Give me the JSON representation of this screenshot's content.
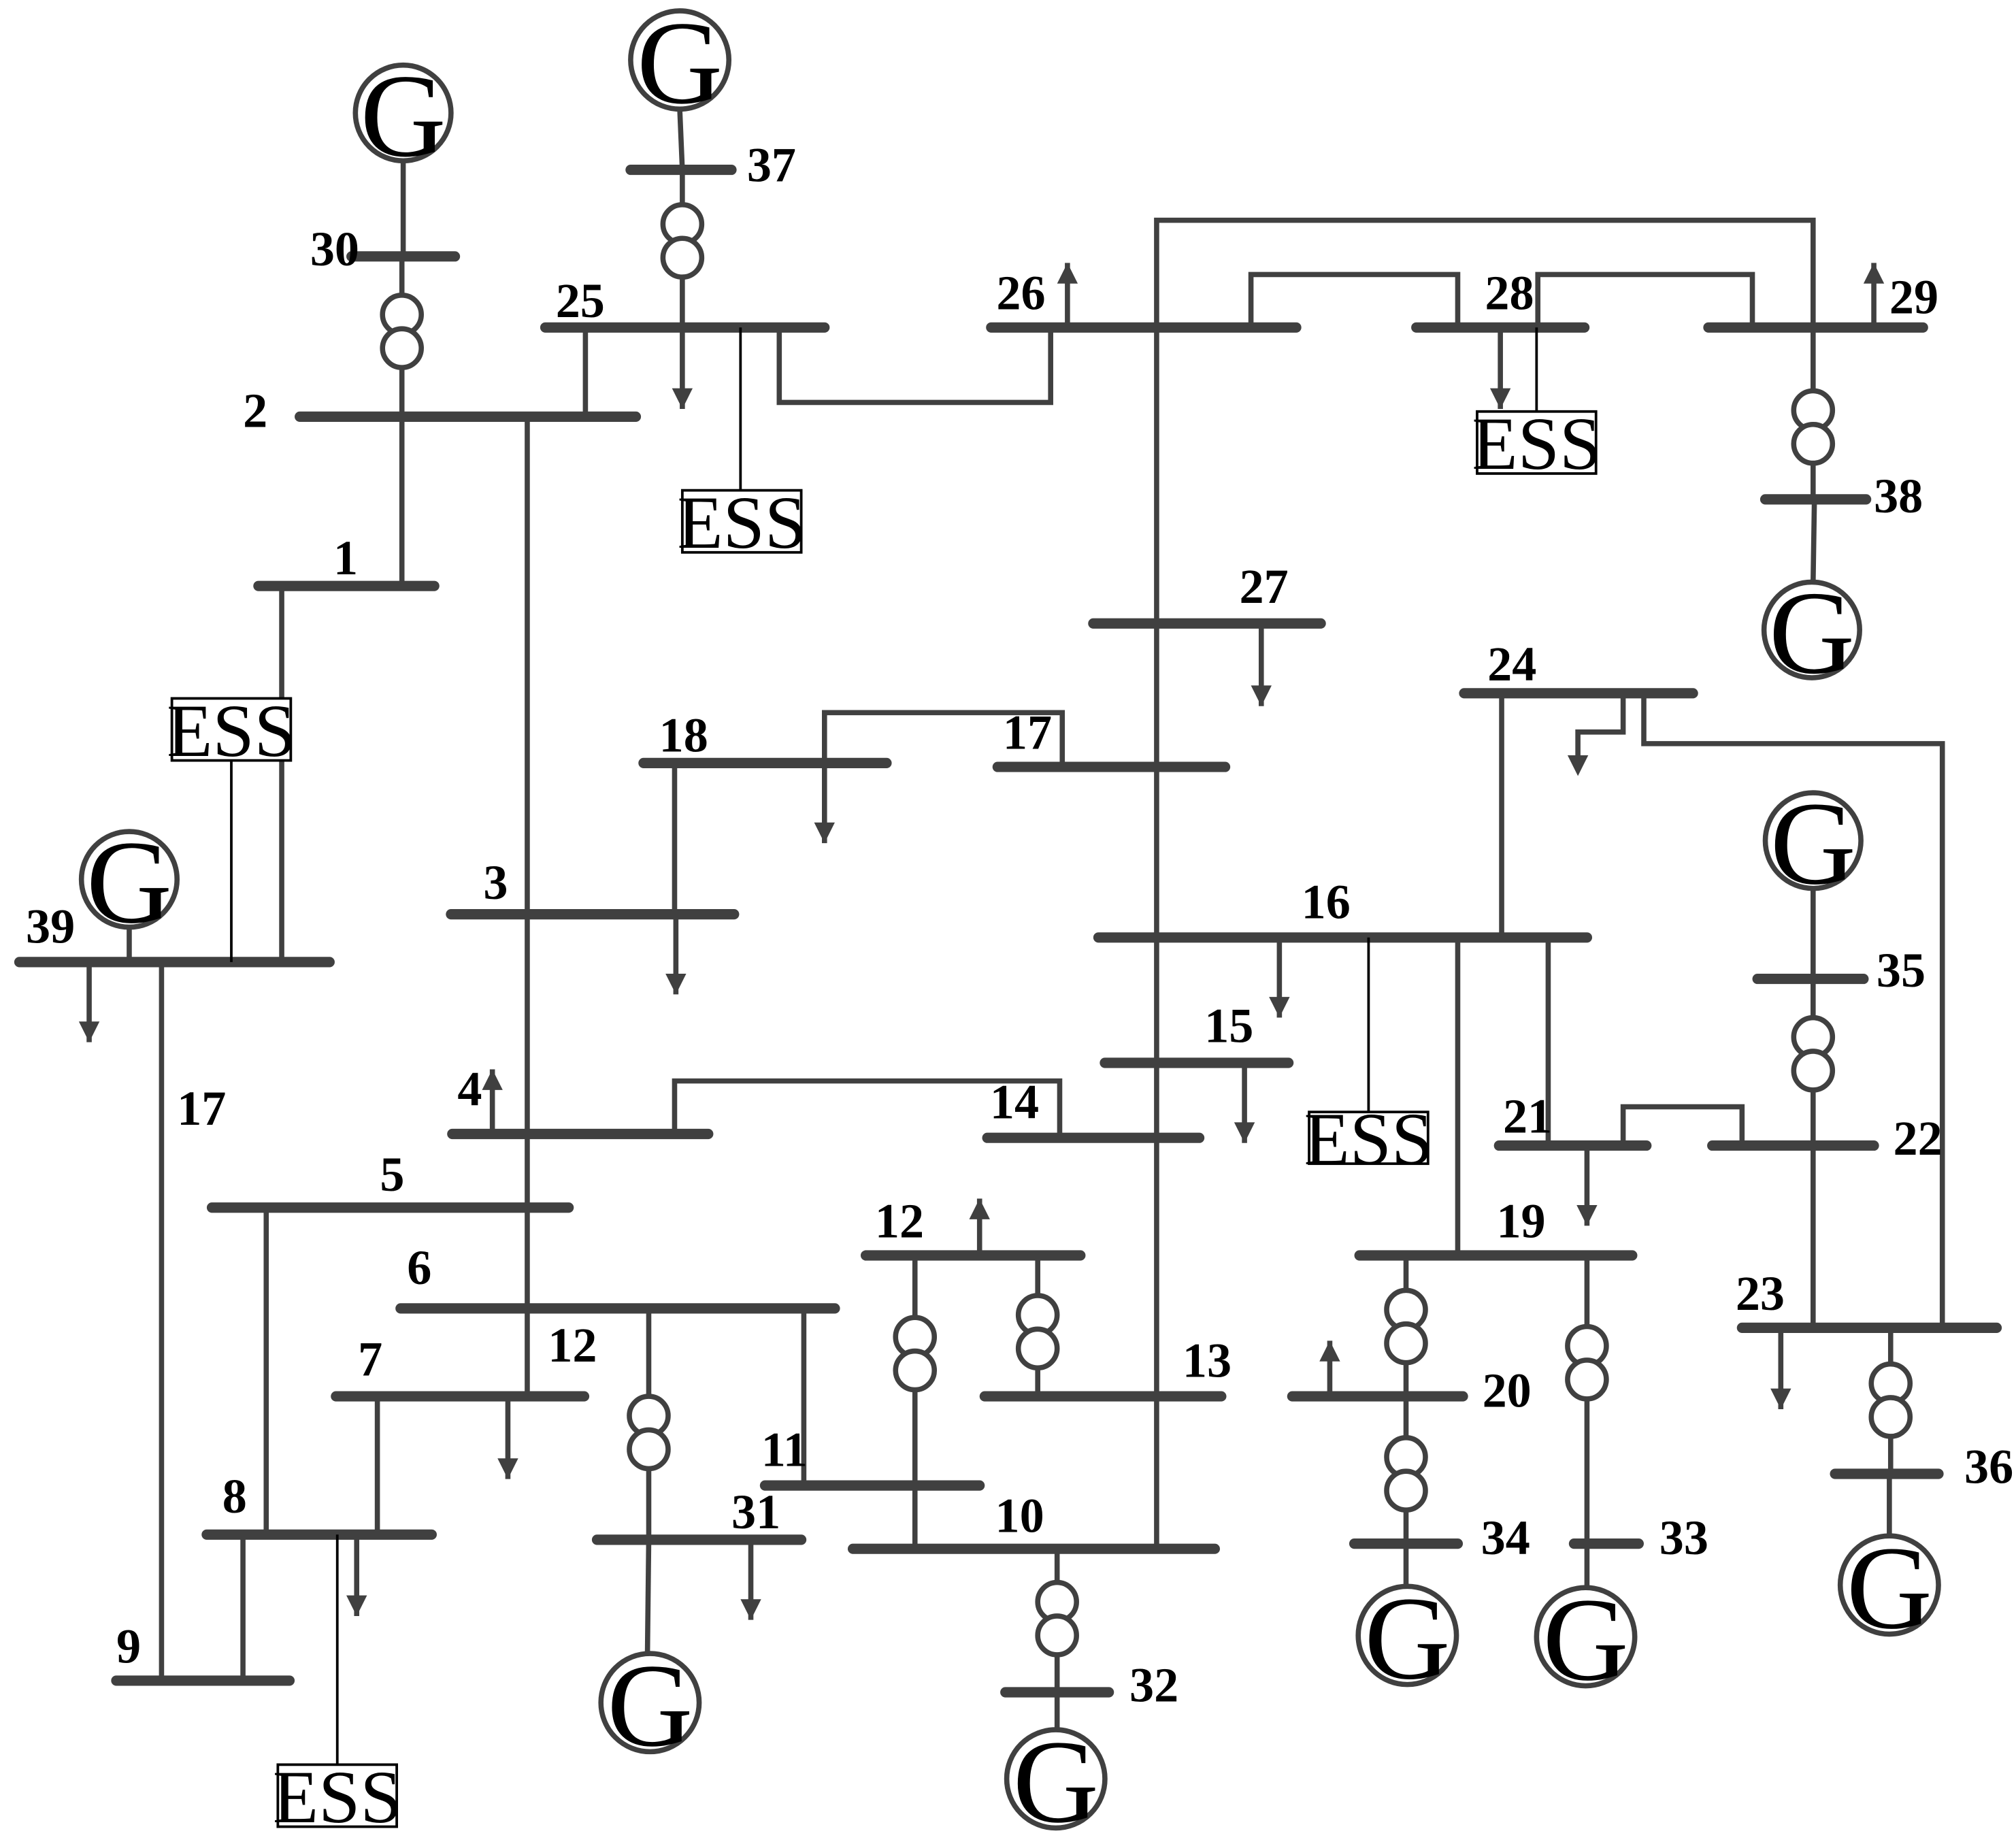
{
  "colors": {
    "line": "#404040",
    "text": "#000000",
    "background": "#ffffff"
  },
  "icons": {
    "generator": "generator-icon",
    "transformer": "transformer-icon",
    "load": "load-arrow-icon",
    "storage": "ess-box"
  },
  "generator_symbol": "G",
  "storage_label": "ESS",
  "labels": [
    "1",
    "2",
    "3",
    "4",
    "5",
    "6",
    "7",
    "8",
    "9",
    "10",
    "11",
    "12",
    "12",
    "13",
    "14",
    "15",
    "16",
    "17",
    "17",
    "18",
    "19",
    "20",
    "21",
    "22",
    "23",
    "24",
    "25",
    "26",
    "27",
    "28",
    "29",
    "30",
    "31",
    "32",
    "33",
    "34",
    "35",
    "36",
    "37",
    "38",
    "39"
  ]
}
